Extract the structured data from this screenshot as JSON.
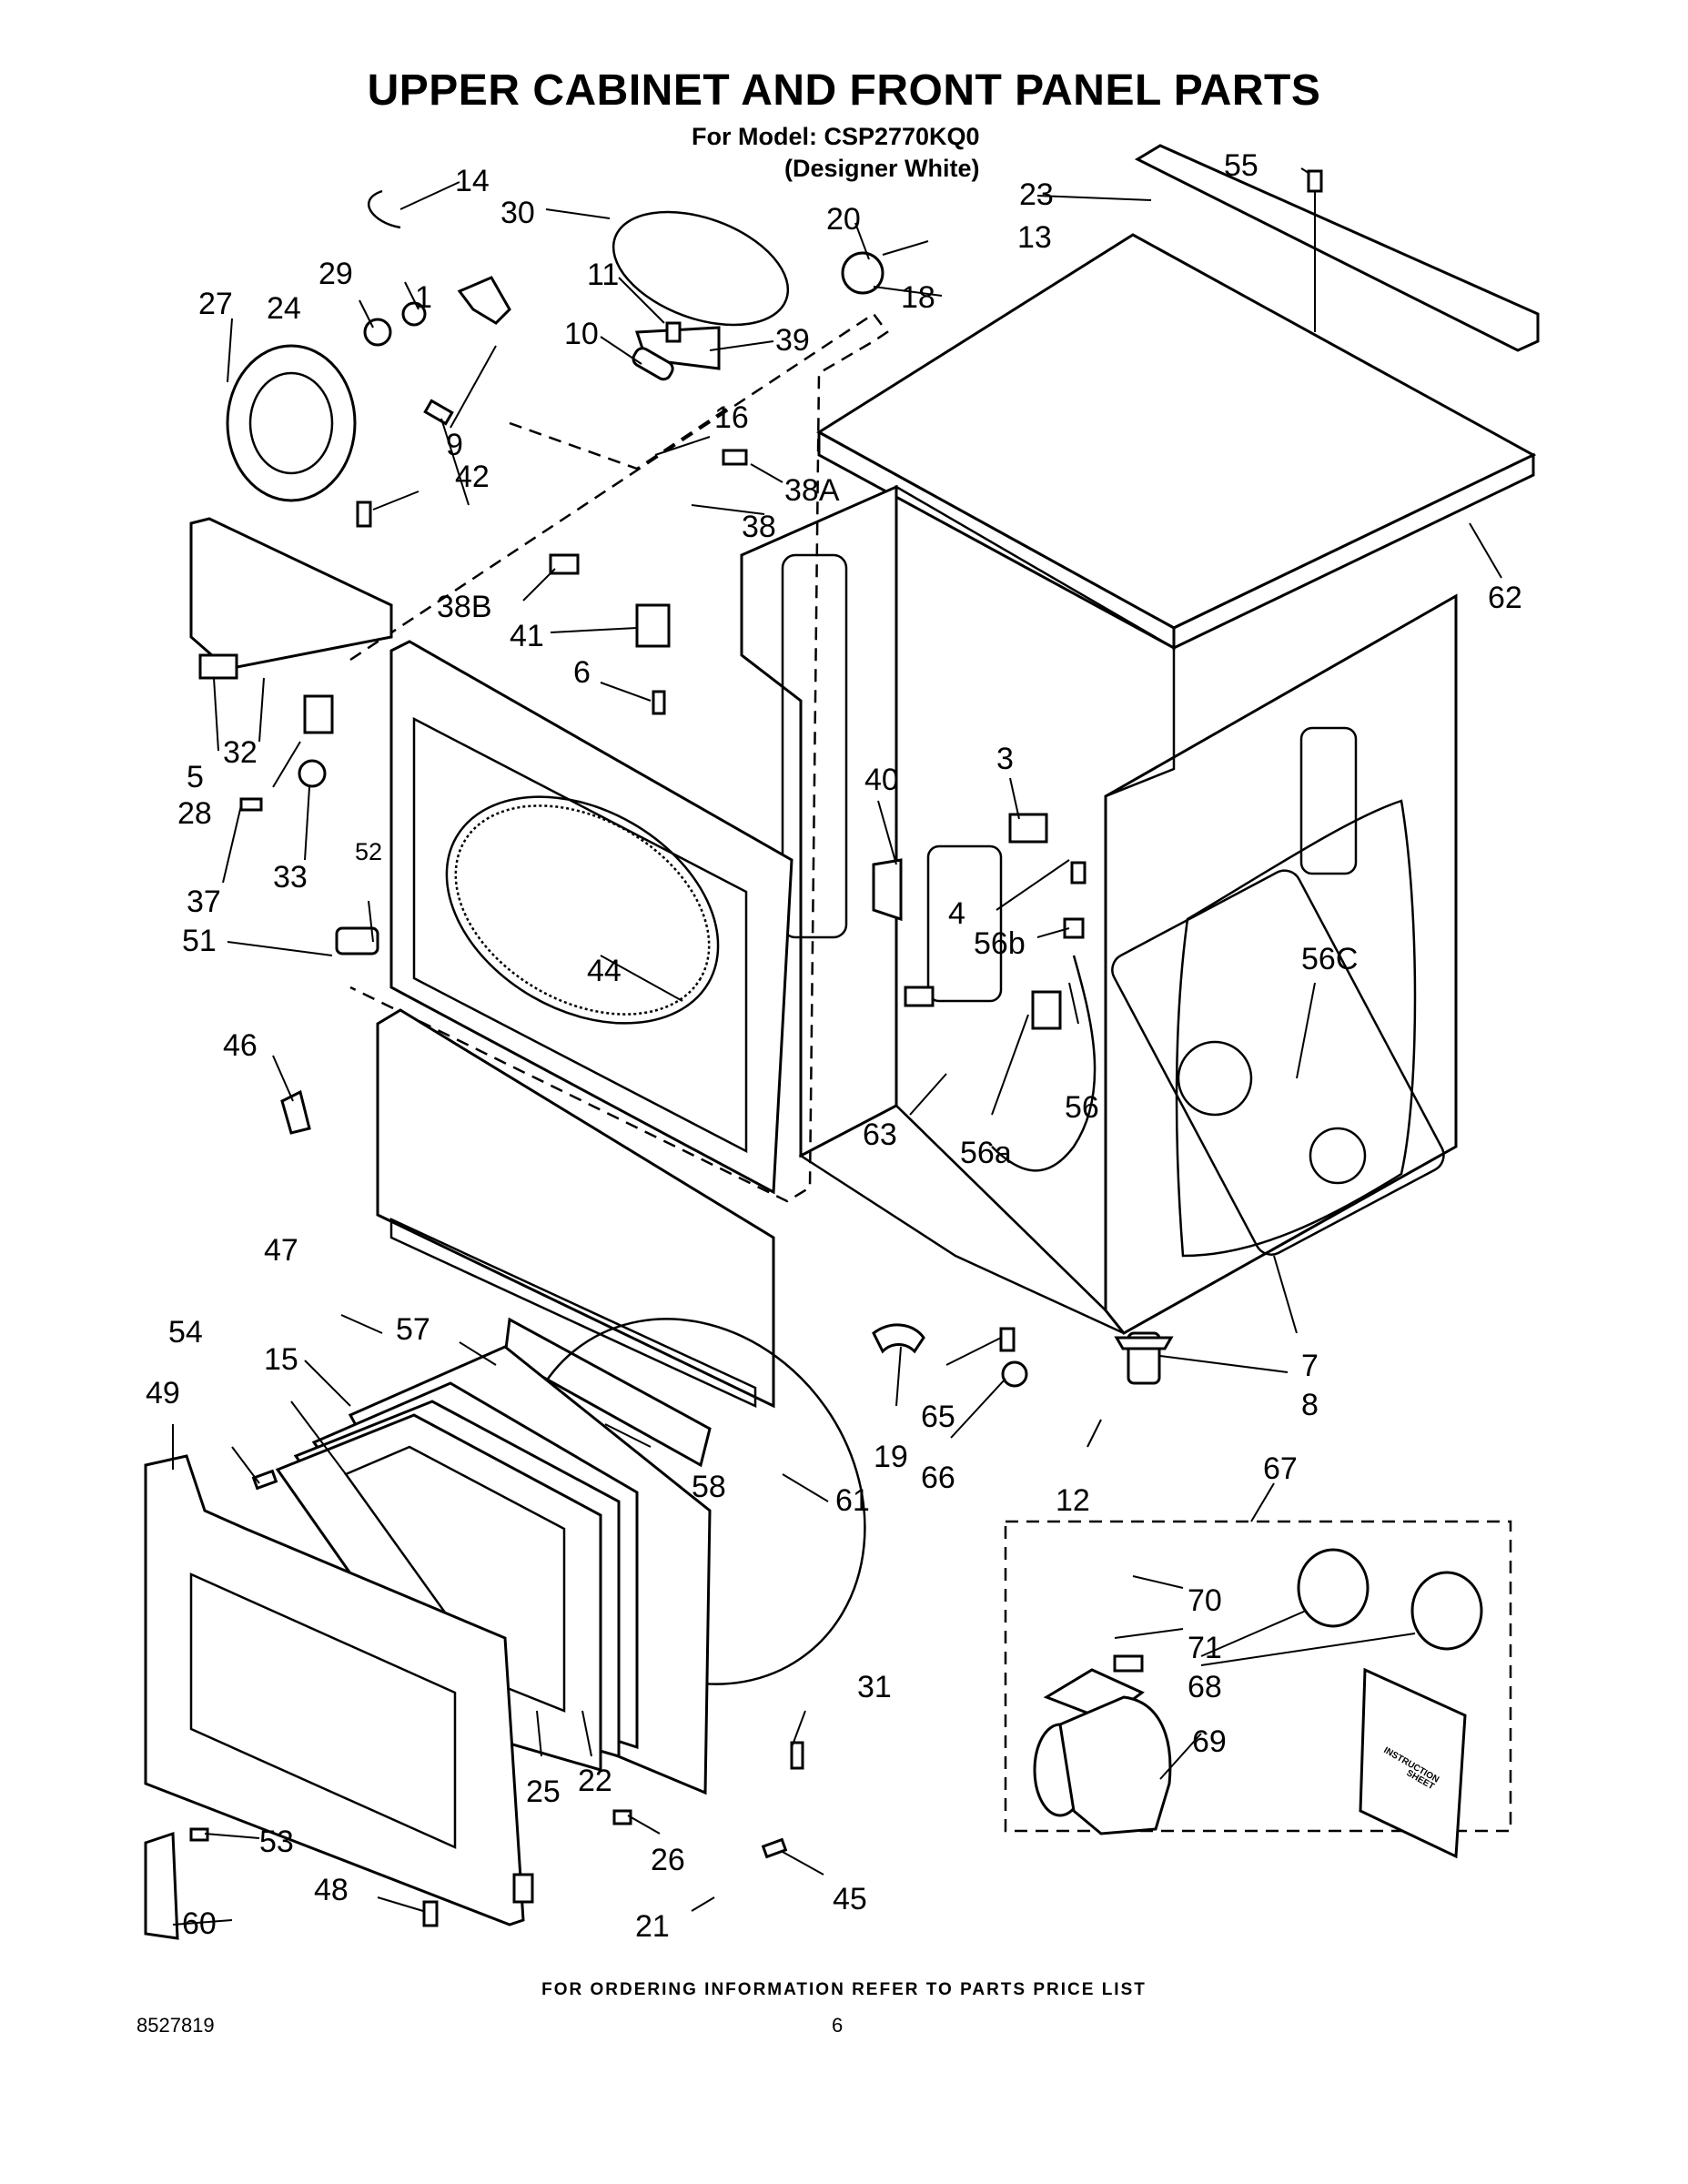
{
  "header": {
    "title": "UPPER CABINET AND FRONT PANEL PARTS",
    "model_line": "For Model: CSP2770KQ0",
    "variant_line": "(Designer White)"
  },
  "callouts": [
    "1",
    "3",
    "4",
    "5",
    "6",
    "7",
    "8",
    "9",
    "10",
    "11",
    "12",
    "13",
    "14",
    "15",
    "16",
    "18",
    "19",
    "20",
    "21",
    "22",
    "23",
    "24",
    "25",
    "26",
    "27",
    "28",
    "29",
    "30",
    "31",
    "32",
    "33",
    "37",
    "38",
    "38A",
    "38B",
    "39",
    "40",
    "41",
    "42",
    "44",
    "45",
    "46",
    "47",
    "48",
    "49",
    "51",
    "52",
    "53",
    "54",
    "55",
    "56",
    "56a",
    "56b",
    "56C",
    "57",
    "58",
    "60",
    "61",
    "62",
    "63",
    "65",
    "66",
    "67",
    "68",
    "69",
    "70",
    "71"
  ],
  "manual_text": [
    "INSTRUCTION",
    "SHEET"
  ],
  "footer": {
    "note": "FOR ORDERING INFORMATION REFER TO PARTS PRICE LIST",
    "doc_number": "8527819",
    "page_number": "6"
  }
}
